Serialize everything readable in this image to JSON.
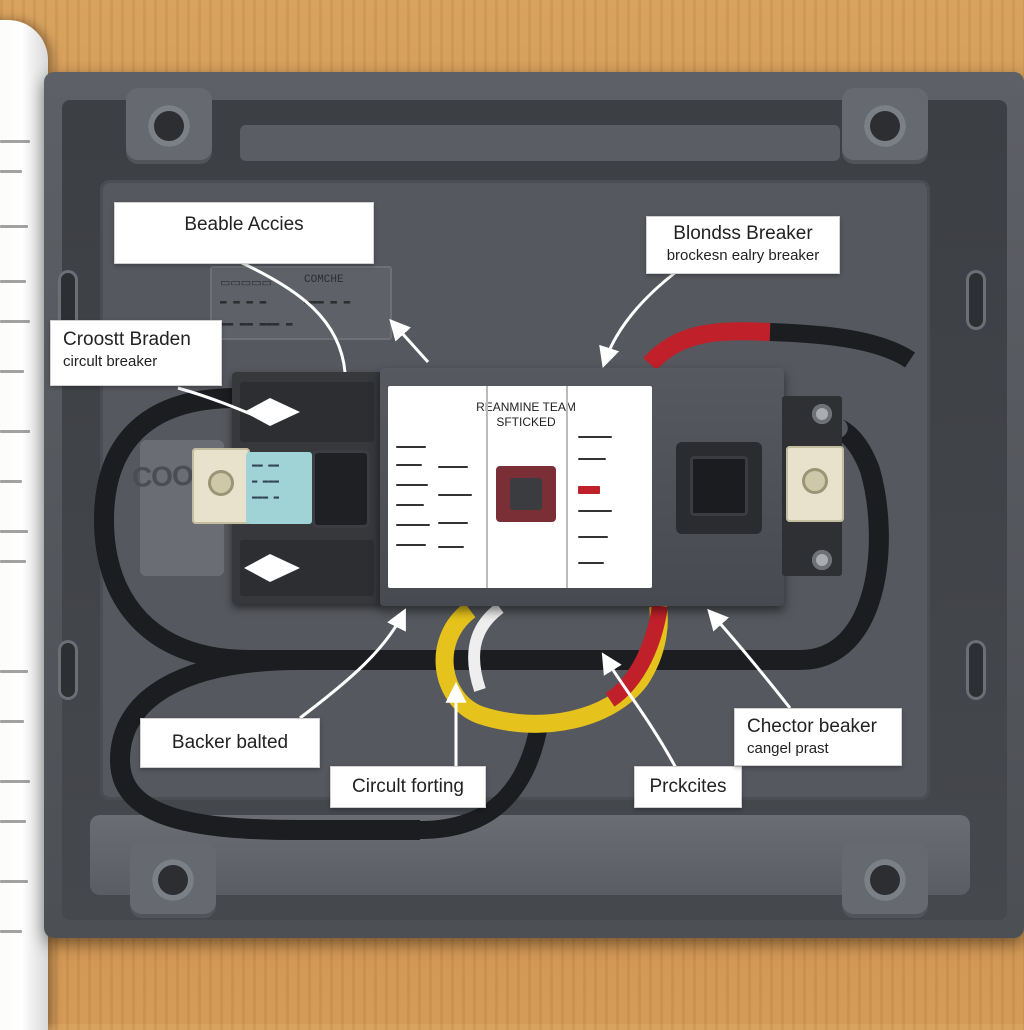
{
  "callouts": {
    "beable": {
      "title": "Beable Accies"
    },
    "blondss": {
      "title": "Blondss Breaker",
      "subtitle": "brockesn ealry breaker"
    },
    "croostt": {
      "title": "Croostt Braden",
      "subtitle": "circult breaker"
    },
    "backer": {
      "title": "Backer balted"
    },
    "circult": {
      "title": "Circult forting"
    },
    "prckcites": {
      "title": "Prckcites"
    },
    "chector": {
      "title": "Chector beaker",
      "subtitle": "cangel prast"
    }
  },
  "breaker_label": {
    "header_line1": "REANMINE TEAM",
    "header_line2": "SFTICKED"
  },
  "enclosure": {
    "side_text": "COOTNECX",
    "nameplate_text": "COMCHE"
  },
  "colors": {
    "enclosure": "#4c4f54",
    "wire_black": "#1c1d20",
    "wire_red": "#c0202a",
    "wire_yellow": "#e6c21c",
    "callout_bg": "#ffffff"
  }
}
